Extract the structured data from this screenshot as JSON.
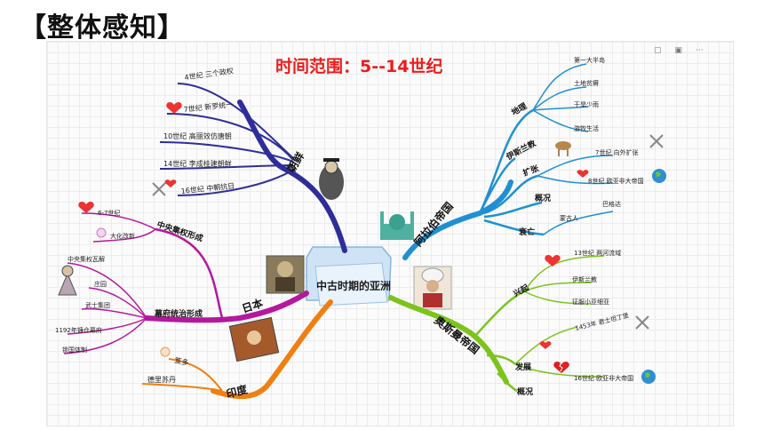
{
  "header": "【整体感知】",
  "period": "时间范围：5--14世纪",
  "toolbar": "▢ ▣ ⋯",
  "center": "中古时期的亚洲",
  "colors": {
    "korea": "#2e2e9a",
    "japan": "#b5179e",
    "india": "#f07f12",
    "arab": "#1e90d2",
    "ottoman": "#7cc31c",
    "title_red": "#ee1c1c"
  },
  "branches": {
    "korea": {
      "label": "朝鲜",
      "items": [
        "4世纪 三个政权",
        "7世纪 新罗统一",
        "10世纪 高丽效仿唐朝",
        "14世纪 李成桂建朝鲜",
        "16世纪 中朝抗日"
      ]
    },
    "japan": {
      "label": "日本",
      "sub1": "中央集权形成",
      "sub1_items": [
        "6-7世纪",
        "大化改新"
      ],
      "sub2": "幕府统治形成",
      "sub2_items": [
        "中央集权瓦解",
        "庄园",
        "武士集团",
        "1192年镰仓幕府",
        "锁国体制"
      ]
    },
    "india": {
      "label": "印度",
      "items": [
        "笈多",
        "德里苏丹"
      ]
    },
    "arab": {
      "label": "阿拉伯帝国",
      "geo": "地理",
      "geo_items": [
        "第一大半岛",
        "土地贫瘠",
        "干旱少雨",
        "游牧生活"
      ],
      "islam": "伊斯兰教",
      "expand": "扩张",
      "expand_items": [
        "7世纪 向外扩张",
        "8世纪 欧亚非大帝国"
      ],
      "overview": "概况",
      "fall": "衰亡",
      "fall_items": [
        "蒙古人",
        "巴格达"
      ]
    },
    "ottoman": {
      "label": "奥斯曼帝国",
      "rise": "兴起",
      "rise_items": [
        "13世纪 两河流域",
        "伊斯兰教",
        "征服小亚细亚"
      ],
      "develop": "发展",
      "develop_items": [
        "1453年 君士坦丁堡",
        "16世纪 欧亚非大帝国"
      ],
      "overview": "概况"
    }
  }
}
